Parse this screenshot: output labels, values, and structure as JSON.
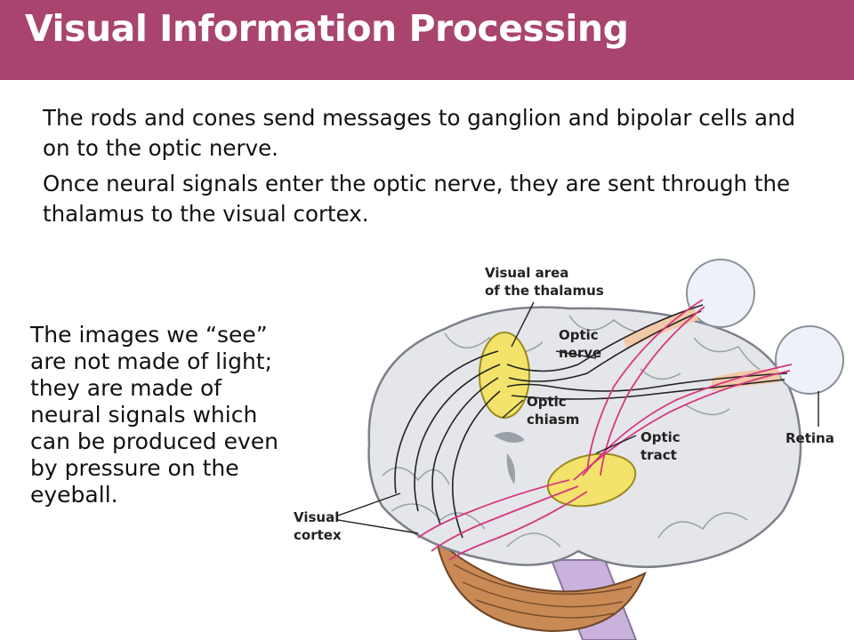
{
  "slide": {
    "title": "Visual Information Processing",
    "paragraph1": "The rods and cones send messages to ganglion and bipolar cells and on to the optic nerve.",
    "paragraph2": "Once neural signals enter the optic nerve, they are sent through the thalamus to the visual cortex.",
    "side_text": "The images we “see” are not made of light; they are made of neural signals which can be produced even by pressure on the eyeball."
  },
  "diagram": {
    "labels": {
      "thalamus_line1": "Visual area",
      "thalamus_line2": "of the thalamus",
      "optic_nerve_line1": "Optic",
      "optic_nerve_line2": "nerve",
      "optic_chiasm_line1": "Optic",
      "optic_chiasm_line2": "chiasm",
      "optic_tract_line1": "Optic",
      "optic_tract_line2": "tract",
      "retina": "Retina",
      "visual_cortex_line1": "Visual",
      "visual_cortex_line2": "cortex"
    },
    "colors": {
      "title_bar": "#a8446d",
      "brain": "#e4e6ea",
      "thalamus": "#f3e36b",
      "pathway_pink": "#d8357f",
      "pathway_dark": "#222222",
      "cerebellum": "#c98a55",
      "brainstem": "#c9b3dc"
    }
  }
}
